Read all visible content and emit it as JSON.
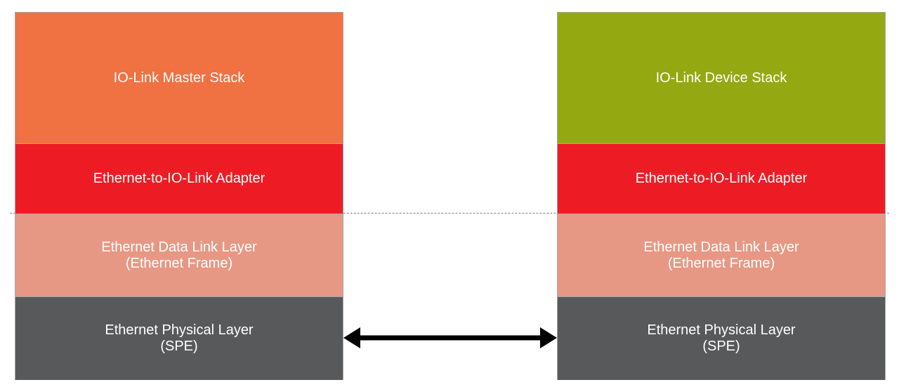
{
  "master_stack": {
    "top_label": "IO-Link Master Stack",
    "adapter_label": "Ethernet-to-IO-Link Adapter",
    "data_link_label": "Ethernet Data Link Layer\n(Ethernet Frame)",
    "physical_label": "Ethernet Physical Layer\n(SPE)"
  },
  "device_stack": {
    "top_label": "IO-Link Device Stack",
    "adapter_label": "Ethernet-to-IO-Link Adapter",
    "data_link_label": "Ethernet Data Link Layer\n(Ethernet Frame)",
    "physical_label": "Ethernet Physical Layer\n(SPE)"
  },
  "colors": {
    "master_top": "#f07142",
    "device_top": "#94a911",
    "adapter": "#ed1c24",
    "data_link": "#e69885",
    "physical": "#58595b"
  },
  "connection": {
    "type": "bidirectional-arrow",
    "between": [
      "master_stack.physical",
      "device_stack.physical"
    ]
  }
}
